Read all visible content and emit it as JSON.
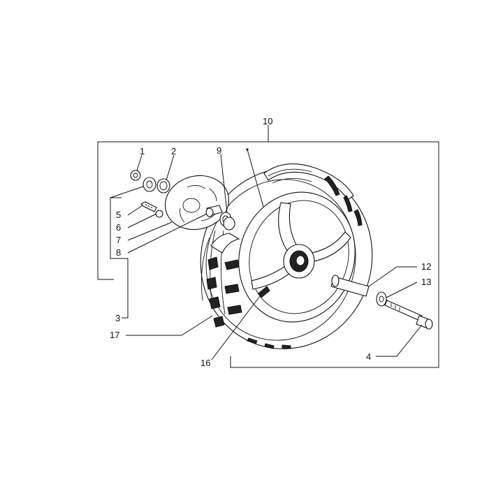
{
  "diagram": {
    "callouts": [
      {
        "id": "c10",
        "text": "10"
      },
      {
        "id": "c1",
        "text": "1"
      },
      {
        "id": "c2",
        "text": "2"
      },
      {
        "id": "c9",
        "text": "9"
      },
      {
        "id": "c5",
        "text": "5"
      },
      {
        "id": "c6",
        "text": "6"
      },
      {
        "id": "c7",
        "text": "7"
      },
      {
        "id": "c8",
        "text": "8"
      },
      {
        "id": "c3",
        "text": "3"
      },
      {
        "id": "c17",
        "text": "17"
      },
      {
        "id": "c16",
        "text": "16"
      },
      {
        "id": "c12",
        "text": "12"
      },
      {
        "id": "c13",
        "text": "13"
      },
      {
        "id": "c4",
        "text": "4"
      }
    ]
  }
}
